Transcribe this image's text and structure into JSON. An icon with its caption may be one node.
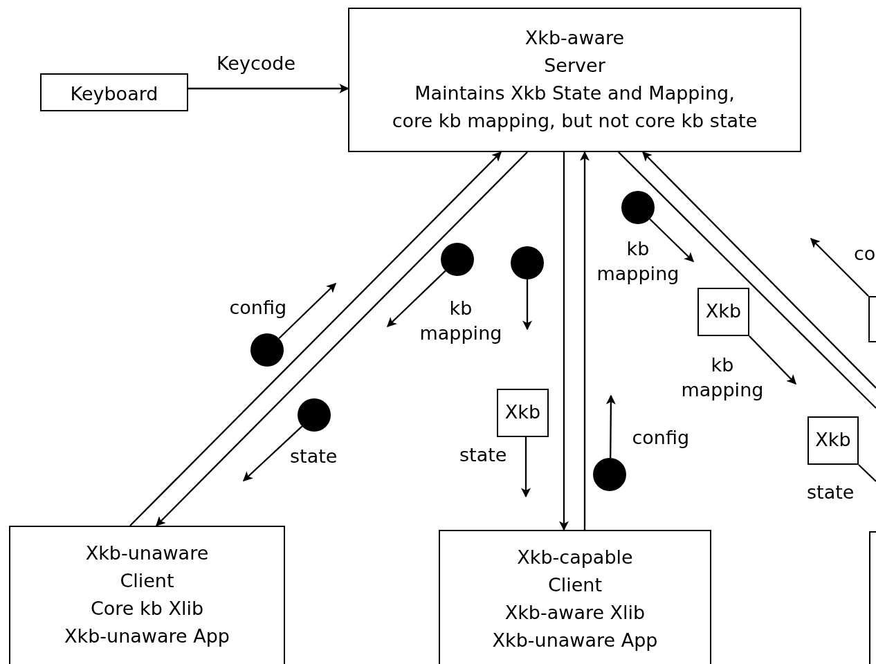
{
  "diagram": {
    "nodes": [
      {
        "text": [
          "Keyboard"
        ]
      },
      {
        "text": [
          "Xkb-aware",
          "Server",
          "Maintains Xkb State and Mapping,",
          "core kb mapping, but not core kb state"
        ]
      },
      {
        "text": [
          "Xkb-unaware",
          "Client",
          "Core kb Xlib",
          "Xkb-unaware App"
        ]
      },
      {
        "text": [
          "Xkb-capable",
          "Client",
          "Xkb-aware Xlib",
          "Xkb-unaware App"
        ]
      },
      {
        "text": [],
        "shape": "box"
      },
      {
        "text": [],
        "shape": "box"
      },
      {
        "text": [],
        "shape": "circle",
        "beside": [
          "config"
        ]
      },
      {
        "text": [],
        "shape": "circle",
        "beside": [
          "kb mapping"
        ]
      },
      {
        "text": [],
        "shape": "circle"
      },
      {
        "text": [],
        "shape": "circle",
        "beside": [
          "state"
        ]
      },
      {
        "text": [
          "Xkb"
        ],
        "beside": [
          "state"
        ]
      },
      {
        "text": [],
        "shape": "circle",
        "beside": [
          "config"
        ]
      },
      {
        "text": [],
        "shape": "circle",
        "beside": [
          "kb mapping"
        ]
      },
      {
        "text": [
          "Xkb"
        ],
        "beside": [
          "kb mapping"
        ]
      },
      {
        "text": [
          "Xkb"
        ],
        "beside": [
          "state"
        ]
      }
    ],
    "edges": [
      {
        "from": 0,
        "to": 1,
        "arrow": "to",
        "label": "Keycode"
      },
      {
        "from": 2,
        "to": 1,
        "arrow": "to"
      },
      {
        "from": 1,
        "to": 2,
        "arrow": "to"
      },
      {
        "from": 1,
        "to": 3,
        "arrow": "to"
      },
      {
        "from": 3,
        "to": 1,
        "arrow": "to"
      },
      {
        "from": 1,
        "to": null,
        "arrow": "none"
      },
      {
        "from": null,
        "to": 1,
        "arrow": "to"
      },
      {
        "from": 6,
        "to": null,
        "arrow": "to"
      },
      {
        "from": 7,
        "to": null,
        "arrow": "to"
      },
      {
        "from": 8,
        "to": null,
        "arrow": "to"
      },
      {
        "from": 9,
        "to": null,
        "arrow": "to"
      },
      {
        "from": 10,
        "to": null,
        "arrow": "to"
      },
      {
        "from": 11,
        "to": null,
        "arrow": "to"
      },
      {
        "from": 12,
        "to": null,
        "arrow": "to"
      },
      {
        "from": 13,
        "to": null,
        "arrow": "to"
      },
      {
        "from": 14,
        "to": null,
        "arrow": "none"
      },
      {
        "from": 4,
        "to": null,
        "arrow": "to"
      }
    ],
    "labels": [
      "co"
    ]
  }
}
